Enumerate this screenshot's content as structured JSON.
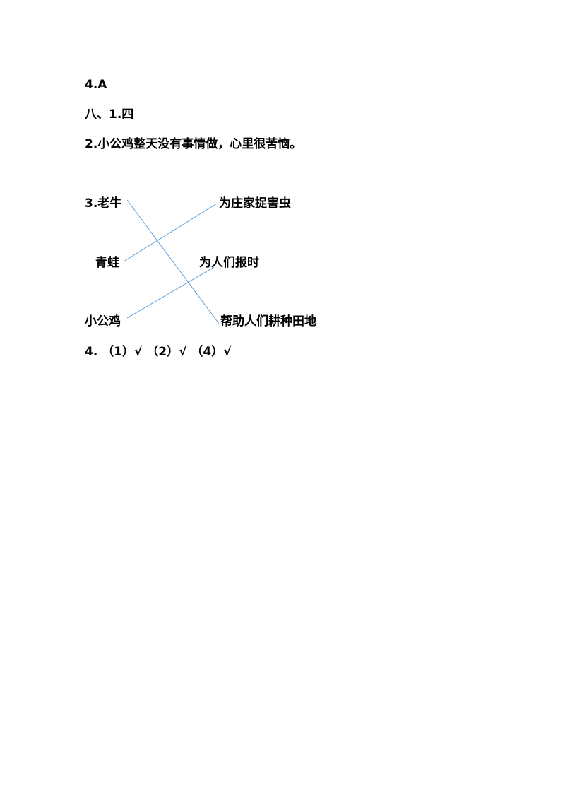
{
  "answers": {
    "q4": "4.A",
    "section8_q1": "八、1.四",
    "q2": "2.小公鸡整天没有事情做，心里很苦恼。",
    "matching": {
      "left": [
        "3.老牛",
        "青蛙",
        "小公鸡"
      ],
      "right": [
        "为庄家捉害虫",
        "为人们报时",
        "帮助人们耕种田地"
      ],
      "connections": [
        {
          "from": "3.老牛",
          "to": "帮助人们耕种田地"
        },
        {
          "from": "青蛙",
          "to": "为庄家捉害虫"
        },
        {
          "from": "小公鸡",
          "to": "为人们报时"
        }
      ]
    },
    "q4_checks": "4. （1）√ （2）√ （4）√"
  },
  "colors": {
    "connector_line": "#5b9bd5"
  }
}
